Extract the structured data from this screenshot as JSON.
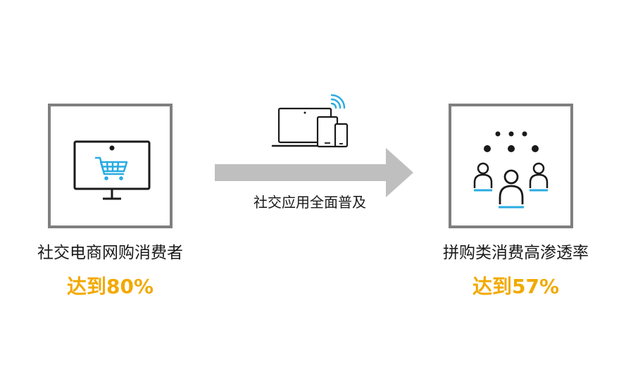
{
  "left": {
    "label": "社交电商网购消费者",
    "stat": "达到80%",
    "icon": "monitor-shopping-cart-icon"
  },
  "middle": {
    "label": "社交应用全面普及",
    "icon": "devices-wifi-icon"
  },
  "right": {
    "label": "拼购类消费高渗透率",
    "stat": "达到57%",
    "icon": "group-people-icon"
  },
  "colors": {
    "stat": "#f2a900",
    "accent": "#29abe2",
    "box_border": "#7f7f7f",
    "arrow": "#bfbfbf",
    "text": "#1a1a1a"
  }
}
